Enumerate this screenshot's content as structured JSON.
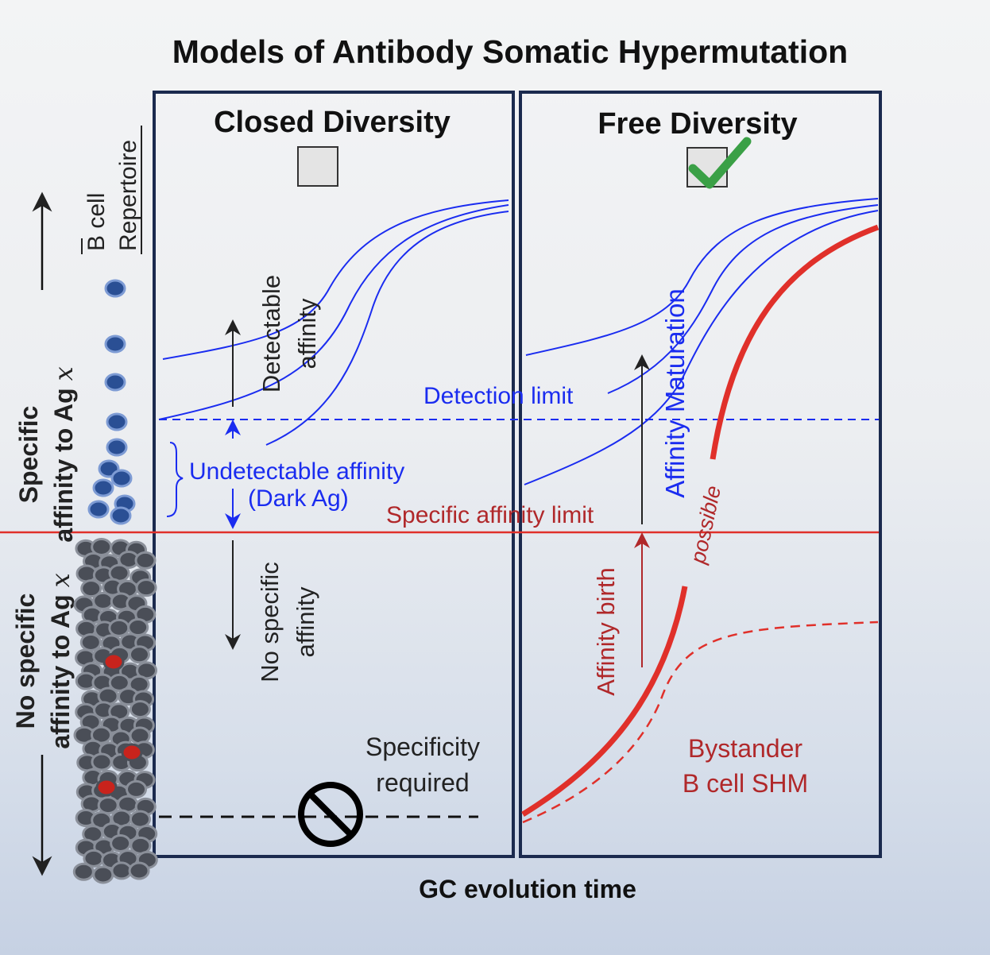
{
  "title": "Models of Antibody Somatic Hypermutation",
  "panels": {
    "closed": {
      "title": "Closed Diversity",
      "checked": false
    },
    "free": {
      "title": "Free Diversity",
      "checked": true
    }
  },
  "left_axis": {
    "specific_line1": "Specific",
    "specific_line2": "affinity to Ag",
    "nonspecific_line1": "No specific",
    "nonspecific_line2": "affinity to Ag",
    "antigen_var": "x",
    "repertoire_line1": "B cell",
    "repertoire_line2": "Repertoire"
  },
  "labels": {
    "detectable_line1": "Detectable",
    "detectable_line2": "affinity",
    "undetectable": "Undetectable affinity",
    "dark_ag": "(Dark Ag)",
    "detection_limit": "Detection limit",
    "specific_affinity_limit": "Specific affinity limit",
    "no_specific_line1": "No specific",
    "no_specific_line2": "affinity",
    "specificity_line1": "Specificity",
    "specificity_line2": "required",
    "affinity_maturation": "Affinity Maturation",
    "possible": "possible",
    "affinity_birth": "Affinity birth",
    "bystander_line1": "Bystander",
    "bystander_line2": "B cell SHM",
    "x_axis": "GC evolution time"
  },
  "colors": {
    "frame": "#1b2a4e",
    "blue": "#1a2cf0",
    "red": "#e0302a",
    "dark_red": "#b0282a",
    "check": "#3aa046"
  }
}
